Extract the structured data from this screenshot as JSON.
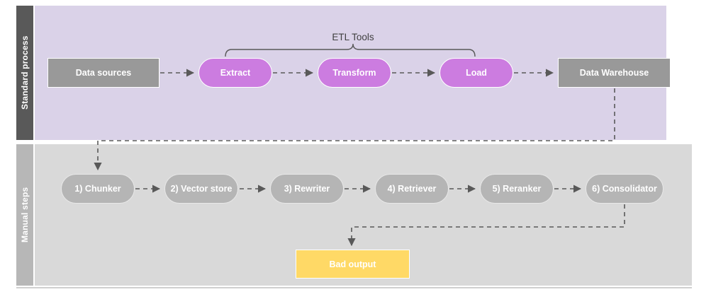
{
  "diagram": {
    "title_visible": false,
    "colors": {
      "lane_top_header": "#595959",
      "lane_top_body": "#dad2e8",
      "lane_bottom_header": "#b7b7b7",
      "lane_bottom_body": "#d9d9d9",
      "etl_pill": "#cc7ce0",
      "step_pill": "#b5b5b5",
      "plain_box": "#999999",
      "warning_box": "#ffd966",
      "connector": "#595959",
      "bracket": "#595959"
    },
    "lanes": [
      {
        "id": "standard-process",
        "label": "Standard process"
      },
      {
        "id": "manual-steps",
        "label": "Manual steps"
      }
    ],
    "annotations": {
      "etl_bracket_label": "ETL Tools"
    },
    "nodes": {
      "data_sources": "Data sources",
      "extract": "Extract",
      "transform": "Transform",
      "load": "Load",
      "data_warehouse": "Data Warehouse",
      "chunker": "1) Chunker",
      "vector_store": "2) Vector store",
      "rewriter": "3) Rewriter",
      "retriever": "4) Retriever",
      "reranker": "5) Reranker",
      "consolidator": "6) Consolidator",
      "bad_output": "Bad output"
    },
    "edges": [
      {
        "from": "data_sources",
        "to": "extract",
        "style": "dashed-arrow"
      },
      {
        "from": "extract",
        "to": "transform",
        "style": "dashed-arrow"
      },
      {
        "from": "transform",
        "to": "load",
        "style": "dashed-arrow"
      },
      {
        "from": "load",
        "to": "data_warehouse",
        "style": "dashed-arrow"
      },
      {
        "from": "data_warehouse",
        "to": "chunker",
        "style": "dashed-arrow-elbow"
      },
      {
        "from": "chunker",
        "to": "vector_store",
        "style": "dashed-arrow"
      },
      {
        "from": "vector_store",
        "to": "rewriter",
        "style": "dashed-arrow"
      },
      {
        "from": "rewriter",
        "to": "retriever",
        "style": "dashed-arrow"
      },
      {
        "from": "retriever",
        "to": "reranker",
        "style": "dashed-arrow"
      },
      {
        "from": "reranker",
        "to": "consolidator",
        "style": "dashed-arrow"
      },
      {
        "from": "consolidator",
        "to": "bad_output",
        "style": "dashed-arrow-elbow"
      }
    ]
  }
}
